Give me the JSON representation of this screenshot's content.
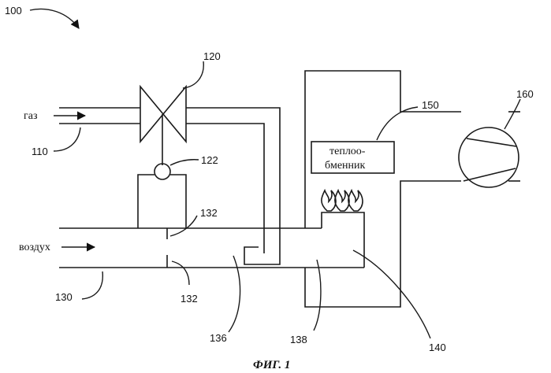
{
  "figure": {
    "ref_main": "100",
    "caption": "ФИГ. 1"
  },
  "labels": {
    "gas": "газ",
    "air": "воздух",
    "heat_exchanger_line1": "теплоо-",
    "heat_exchanger_line2": "бменник"
  },
  "refs": {
    "gas_pipe": "110",
    "valve": "120",
    "sensor": "122",
    "air_duct": "130",
    "orifice_top": "132",
    "orifice_bottom": "132",
    "mixing_chamber": "136",
    "burner_duct": "138",
    "burner": "140",
    "heat_exchanger": "150",
    "fan": "160"
  }
}
